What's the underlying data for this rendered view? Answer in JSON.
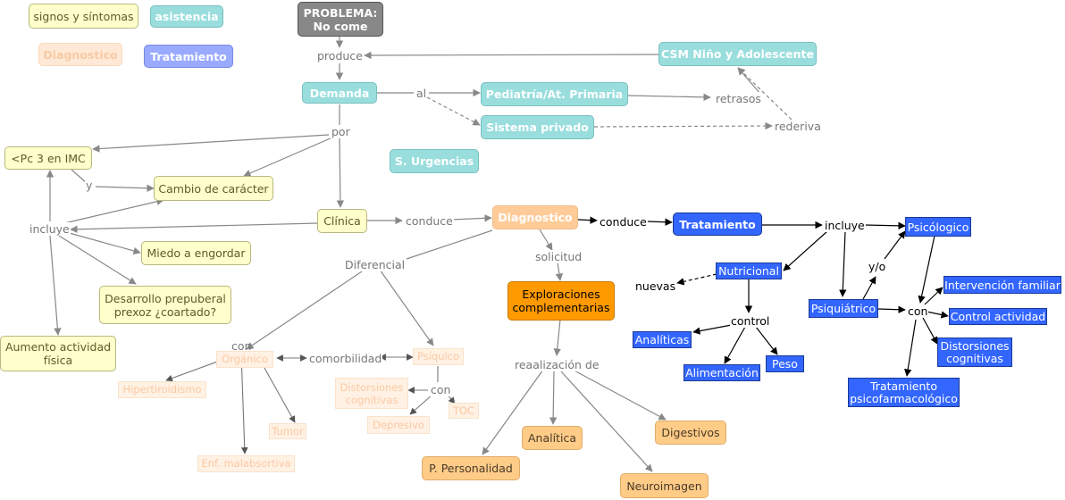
{
  "legend": {
    "signos": "signos y síntomas",
    "asistencia": "asistencia",
    "diagnostico": "Diagnostico",
    "tratamiento": "Tratamiento"
  },
  "nodes": {
    "problema_1": "PROBLEMA:",
    "problema_2": "No come",
    "csm": "CSM Niño y Adolescente",
    "demanda": "Demanda",
    "pediatria": "Pediatría/At. Primaria",
    "privado": "Sistema privado",
    "urgencias": "S. Urgencias",
    "imc": "<Pc 3 en IMC",
    "caracter": "Cambio de carácter",
    "clinica": "Clínica",
    "miedo": "Miedo a engordar",
    "desarrollo": "Desarrollo prepuberal prexoz ¿coartado?",
    "aumento": "Aumento actividad física",
    "diagnostico": "Diagnostico",
    "tratamiento": "Tratamiento",
    "exploraciones": "Exploraciones complementarias",
    "psicologico": "Psicólogico",
    "nutricional": "Nutricional",
    "psiquiatrico": "Psiquiátrico",
    "intervencion": "Intervención familiar",
    "control_actividad": "Control actividad",
    "distorsiones": "Distorsiones cognitivas",
    "psicofarma": "Tratamiento psicofarmacológico",
    "analiticas": "Analíticas",
    "alimentacion": "Alimentación",
    "peso": "Peso",
    "personalidad": "P. Personalidad",
    "analitica": "Analítica",
    "digestivos": "Digestivos",
    "neuroimagen": "Neuroimagen",
    "faded_organico": "Orgánico",
    "faded_psiquico": "Psíquico",
    "faded_hiper": "Hipertiroidismo",
    "faded_tumor": "Tumor",
    "faded_enf": "Enf. malabsortiva",
    "faded_dist": "Distorsiones cognitivas",
    "faded_depresivo": "Depresivo",
    "faded_toc": "TOC"
  },
  "labels": {
    "produce": "produce",
    "al": "al",
    "retrasos": "retrasos",
    "rederiva": "rederiva",
    "por": "por",
    "y": "y",
    "incluye": "incluye",
    "conduce_gray": "conduce",
    "conduce_black": "conduce",
    "solicitud": "solicitud",
    "diferencial": "Diferencial",
    "con_1": "con",
    "comorbilidad": "comorbilidad",
    "con_2": "con",
    "realizacion": "reaalización de",
    "incluye_2": "incluye",
    "nuevas": "nuevas",
    "control": "control",
    "yo": "y/o",
    "con_3": "con"
  },
  "colors": {
    "edge": "#888888",
    "edge_dark": "#000000"
  }
}
